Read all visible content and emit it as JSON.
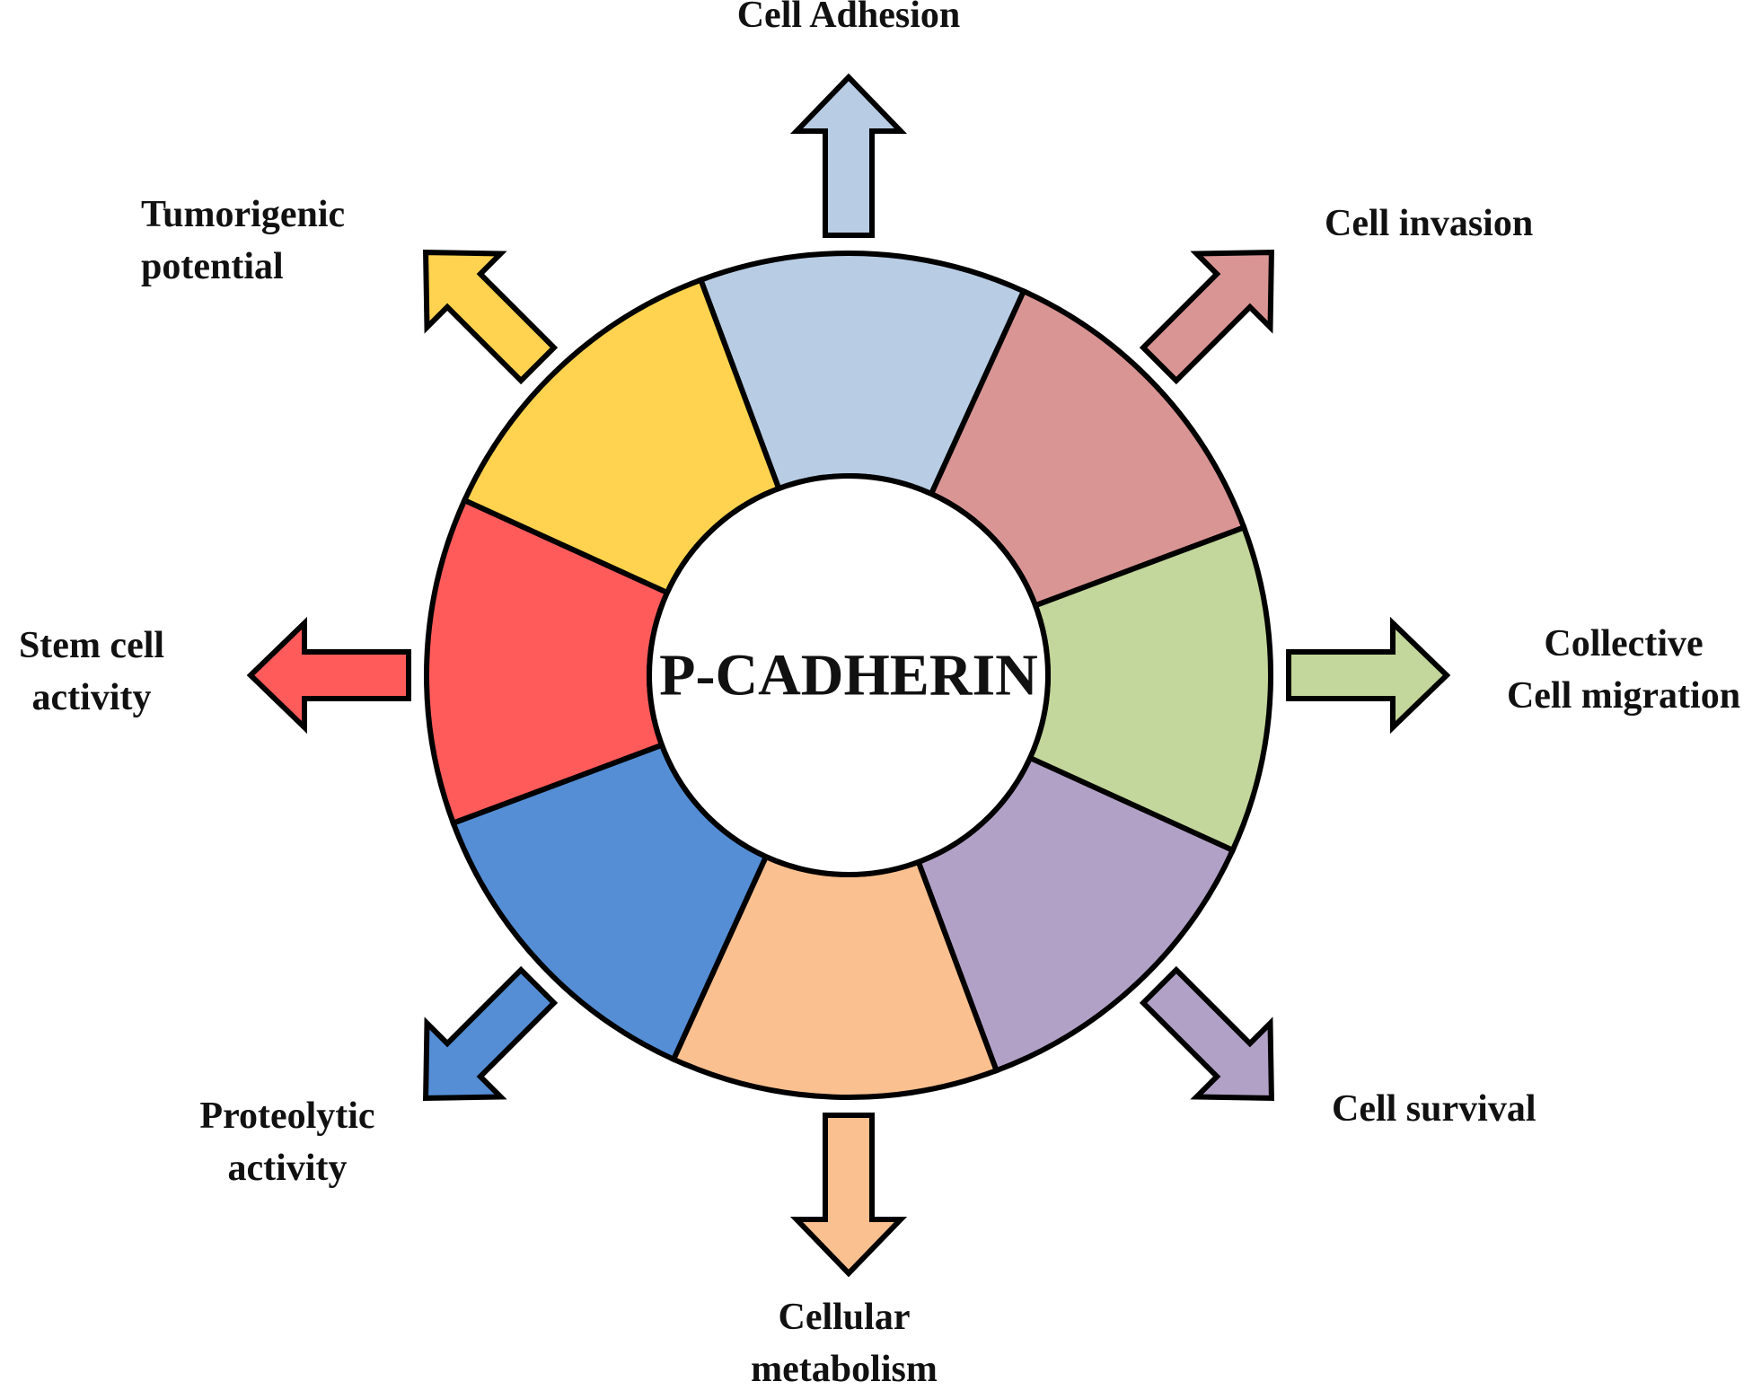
{
  "center": {
    "label": "P-CADHERIN"
  },
  "functions": [
    {
      "id": "cell-adhesion",
      "lines": [
        "Cell Adhesion"
      ],
      "color": "#B8CCE4"
    },
    {
      "id": "cell-invasion",
      "lines": [
        "Cell invasion"
      ],
      "color": "#D99594"
    },
    {
      "id": "collective-cell-migration",
      "lines": [
        "Collective",
        "Cell migration"
      ],
      "color": "#C3D69B"
    },
    {
      "id": "cell-survival",
      "lines": [
        "Cell survival"
      ],
      "color": "#B2A1C7"
    },
    {
      "id": "cellular-metabolism",
      "lines": [
        "Cellular",
        "metabolism"
      ],
      "color": "#FAC090"
    },
    {
      "id": "proteolytic-activity",
      "lines": [
        "Proteolytic",
        "activity"
      ],
      "color": "#558ED5"
    },
    {
      "id": "stem-cell-activity",
      "lines": [
        "Stem cell",
        "activity"
      ],
      "color": "#FF5B5B"
    },
    {
      "id": "tumorigenic-potential",
      "lines": [
        "Tumorigenic",
        "potential"
      ],
      "color": "#FFD34F"
    }
  ]
}
